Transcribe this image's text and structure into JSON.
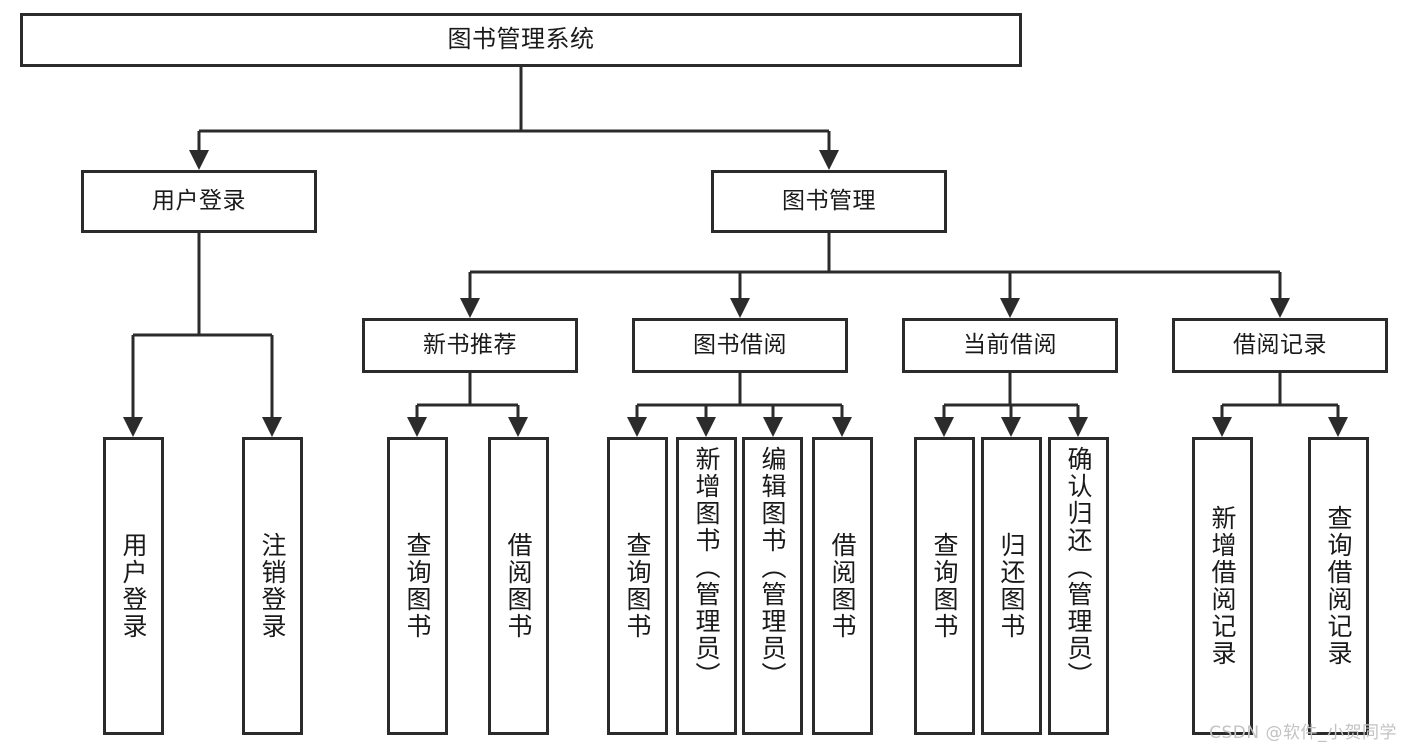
{
  "diagram": {
    "type": "tree-hierarchy-flowchart",
    "title": "图书管理系统",
    "colors": {
      "stroke": "#2b2b2b",
      "fill": "#ffffff",
      "text": "#1a1a1a",
      "watermark": "#c3c3c3",
      "background": "#ffffff"
    },
    "root": {
      "label": "图书管理系统"
    },
    "level2": [
      {
        "label": "用户登录"
      },
      {
        "label": "图书管理"
      }
    ],
    "level3": [
      {
        "label": "新书推荐"
      },
      {
        "label": "图书借阅"
      },
      {
        "label": "当前借阅"
      },
      {
        "label": "借阅记录"
      }
    ],
    "leaves": {
      "user_login": [
        {
          "label": "用户登录"
        },
        {
          "label": "注销登录"
        }
      ],
      "new_book_recommend": [
        {
          "label": "查询图书"
        },
        {
          "label": "借阅图书"
        }
      ],
      "book_borrow": [
        {
          "label": "查询图书"
        },
        {
          "label": "新增图书（管理员）"
        },
        {
          "label": "编辑图书（管理员）"
        },
        {
          "label": "借阅图书"
        }
      ],
      "current_borrow": [
        {
          "label": "查询图书"
        },
        {
          "label": "归还图书"
        },
        {
          "label": "确认归还（管理员）"
        }
      ],
      "borrow_record": [
        {
          "label": "新增借阅记录"
        },
        {
          "label": "查询借阅记录"
        }
      ]
    }
  },
  "watermark": {
    "text": "CSDN @软件_小贺同学"
  }
}
